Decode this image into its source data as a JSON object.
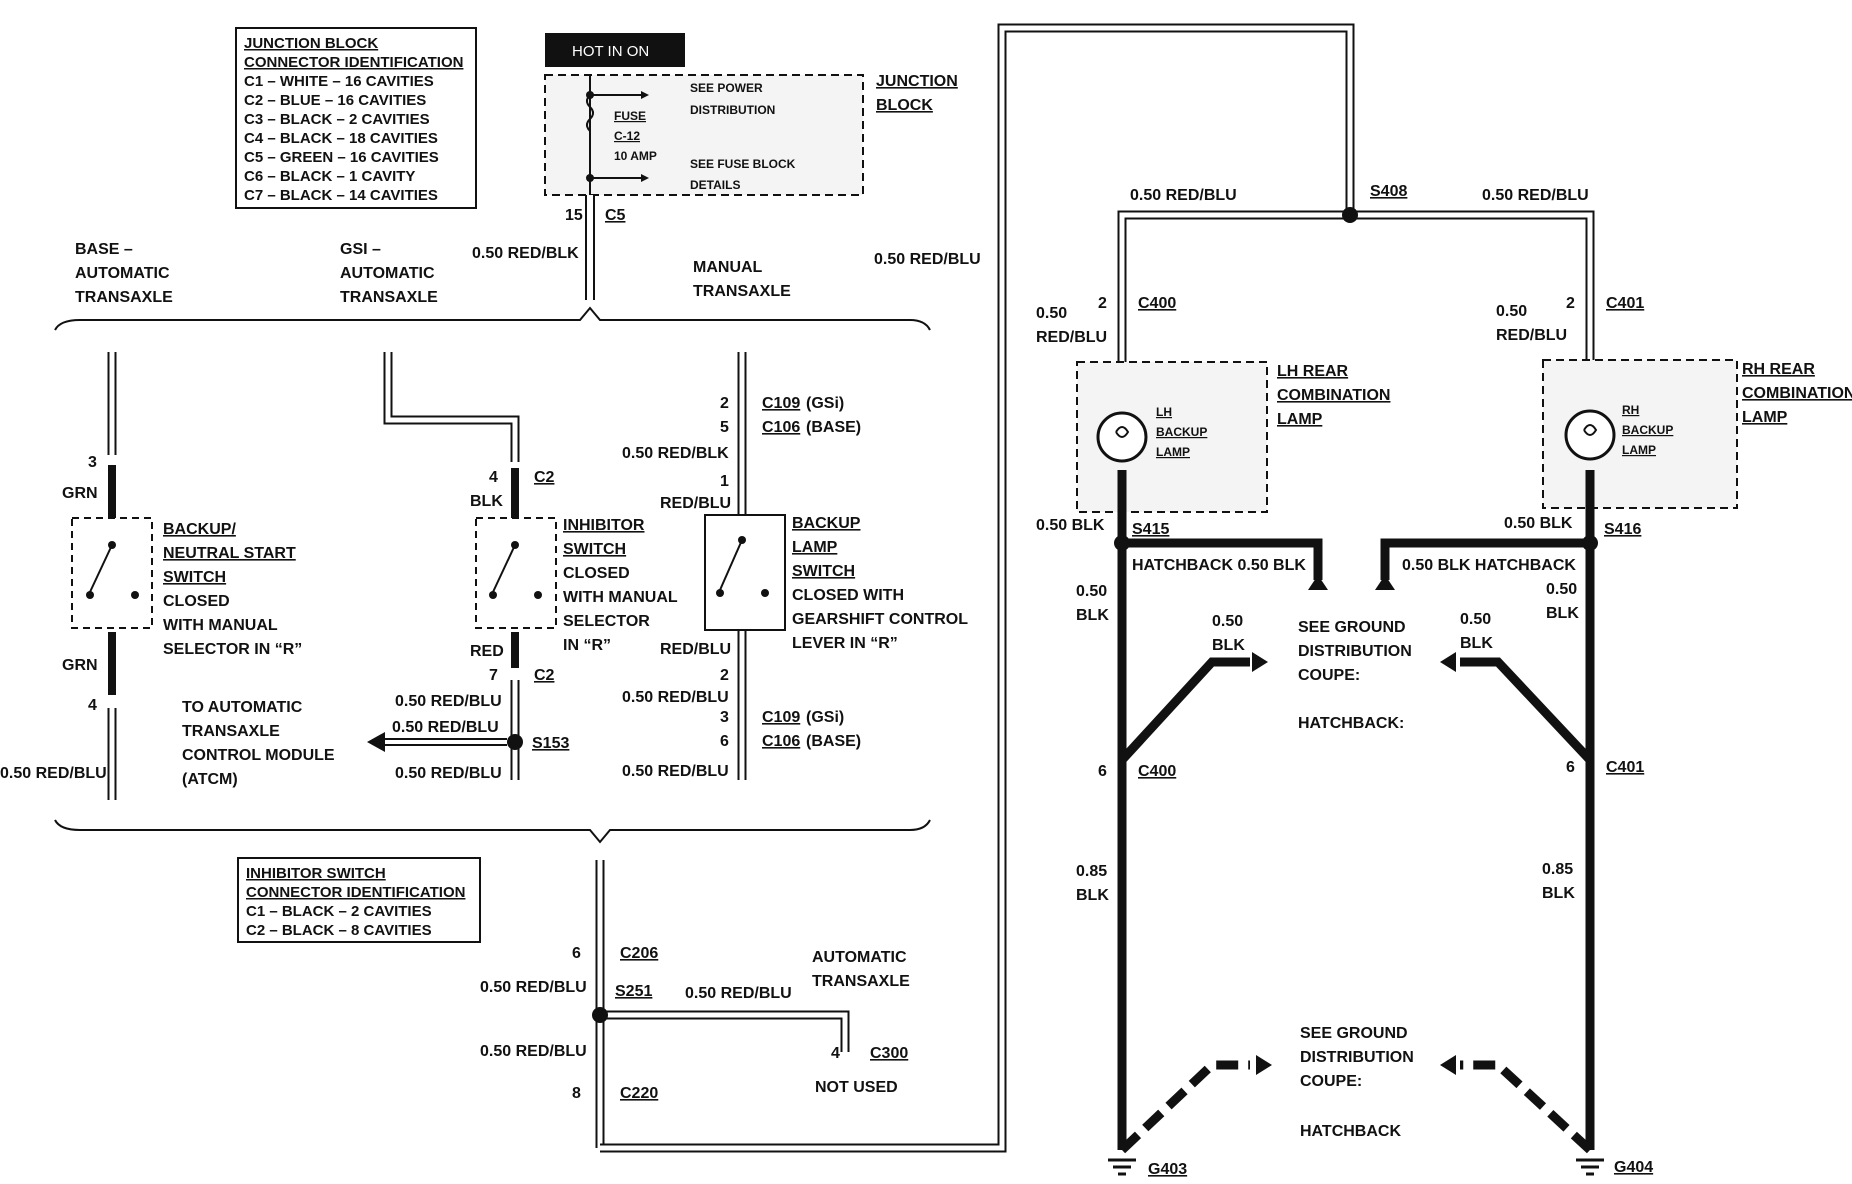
{
  "hot_label": "HOT IN ON",
  "junction_block": {
    "title1": "JUNCTION BLOCK",
    "title2": "CONNECTOR IDENTIFICATION",
    "lines": [
      "C1 – WHITE – 16 CAVITIES",
      "C2 – BLUE – 16 CAVITIES",
      "C3 – BLACK – 2 CAVITIES",
      "C4 – BLACK – 18 CAVITIES",
      "C5 – GREEN – 16 CAVITIES",
      "C6 – BLACK – 1 CAVITY",
      "C7 – BLACK – 14 CAVITIES"
    ]
  },
  "inhibitor_box": {
    "title1": "INHIBITOR SWITCH",
    "title2": "CONNECTOR IDENTIFICATION",
    "lines": [
      "C1 – BLACK – 2 CAVITIES",
      "C2 – BLACK – 8 CAVITIES"
    ]
  },
  "fuse": {
    "see_power_1": "SEE POWER",
    "see_power_2": "DISTRIBUTION",
    "fuse_1": "FUSE",
    "fuse_2": "C-12",
    "fuse_3": "10 AMP",
    "see_fuse_1": "SEE FUSE BLOCK",
    "see_fuse_2": "DETAILS",
    "jb_1": "JUNCTION",
    "jb_2": "BLOCK"
  },
  "labels": {
    "pin15": "15",
    "c5": "C5",
    "w_red_blk": "0.50 RED/BLK",
    "w_red_blu": "0.50 RED/BLU",
    "base_1": "BASE –",
    "base_2": "AUTOMATIC",
    "base_3": "TRANSAXLE",
    "gsi_1": "GSI –",
    "gsi_2": "AUTOMATIC",
    "gsi_3": "TRANSAXLE",
    "man_1": "MANUAL",
    "man_2": "TRANSAXLE",
    "pin3": "3",
    "grn": "GRN",
    "pin4": "4",
    "bn_1": "BACKUP/",
    "bn_2": "NEUTRAL START",
    "bn_3": "SWITCH",
    "bn_4": "CLOSED",
    "bn_5": "WITH MANUAL",
    "bn_6": "SELECTOR IN “R”",
    "c2": "C2",
    "blk": "BLK",
    "red": "RED",
    "pin7": "7",
    "inh_1": "INHIBITOR",
    "inh_2": "SWITCH",
    "inh_3": "CLOSED",
    "inh_4": "WITH MANUAL",
    "inh_5": "SELECTOR",
    "inh_6": "IN “R”",
    "to_1": "TO AUTOMATIC",
    "to_2": "TRANSAXLE",
    "to_3": "CONTROL MODULE",
    "to_4": "(ATCM)",
    "s153": "S153",
    "pin2": "2",
    "pin5": "5",
    "pin1": "1",
    "pin6": "6",
    "pin8": "8",
    "c109": "C109",
    "c106": "C106",
    "gsi_tag": "(GSi)",
    "base_tag": "(BASE)",
    "red_blu": "RED/BLU",
    "bl_1": "BACKUP",
    "bl_2": "LAMP",
    "bl_3": "SWITCH",
    "bl_4": "CLOSED WITH",
    "bl_5": "GEARSHIFT CONTROL",
    "bl_6": "LEVER IN “R”",
    "c206": "C206",
    "s251": "S251",
    "at_1": "AUTOMATIC",
    "at_2": "TRANSAXLE",
    "c300": "C300",
    "not_used": "NOT USED",
    "c220": "C220",
    "s408": "S408",
    "c400": "C400",
    "c401": "C401",
    "w050": "0.50",
    "redblu_short": "RED/BLU",
    "lhrc_1": "LH REAR",
    "lhrc_2": "COMBINATION",
    "lhrc_3": "LAMP",
    "rhrc_1": "RH REAR",
    "rhrc_2": "COMBINATION",
    "rhrc_3": "LAMP",
    "lh_in_1": "LH",
    "lh_in_2": "BACKUP",
    "lh_in_3": "LAMP",
    "rh_in_1": "RH",
    "rh_in_2": "BACKUP",
    "rh_in_3": "LAMP",
    "w050blk": "0.50 BLK",
    "s415": "S415",
    "s416": "S416",
    "hb050": "HATCHBACK  0.50 BLK",
    "hb050r": "0.50 BLK  HATCHBACK",
    "sg_1": "SEE GROUND",
    "sg_2": "DISTRIBUTION",
    "sg_3": "COUPE:",
    "sg_4": "HATCHBACK:",
    "sg_4b": "HATCHBACK",
    "w085": "0.85",
    "g403": "G403",
    "g404": "G404"
  },
  "colors": {
    "ink": "#111111",
    "box_bg": "#f4f4f4",
    "hot_bg": "#111111"
  }
}
